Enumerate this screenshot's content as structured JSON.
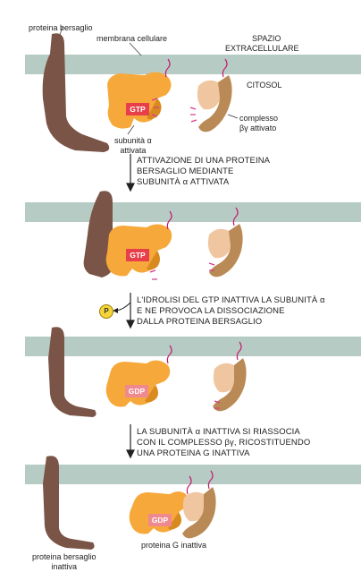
{
  "labels": {
    "target_protein": "proteina bersaglio",
    "cell_membrane": "membrana cellulare",
    "extracellular_1": "SPAZIO",
    "extracellular_2": "EXTRACELLULARE",
    "cytosol": "CITOSOL",
    "alpha_1": "subunità α",
    "alpha_2": "attivata",
    "bg_1": "complesso",
    "bg_2": "βγ attivato",
    "inactive_g": "proteina G inattiva",
    "inactive_target_1": "proteina bersaglio",
    "inactive_target_2": "inattiva"
  },
  "badges": {
    "gtp": "GTP",
    "gdp": "GDP",
    "phosphate": "P"
  },
  "steps": [
    {
      "lines": [
        "ATTIVAZIONE DI UNA PROTEINA",
        "BERSAGLIO MEDIANTE",
        "SUBUNITÀ α ATTIVATA"
      ]
    },
    {
      "lines": [
        "L'IDROLISI DEL GTP INATTIVA LA SUBUNITÀ α",
        "E NE PROVOCA LA DISSOCIAZIONE",
        "DALLA PROTEINA BERSAGLIO"
      ]
    },
    {
      "lines": [
        "LA SUBUNITÀ α INATTIVA SI RIASSOCIA",
        "CON IL COMPLESSO βγ, RICOSTITUENDO",
        "UNA PROTEINA G INATTIVA"
      ]
    }
  ],
  "colors": {
    "membrane": "#b7cbc5",
    "target": "#7a5446",
    "alpha": "#f6a93a",
    "alpha_dark": "#d98a1e",
    "beta_gamma": "#b98a55",
    "beta_gamma_light": "#f0c6a0",
    "gtp_badge": "#e8404a",
    "gdp_badge": "#f08890",
    "spark": "#d63a8c"
  }
}
